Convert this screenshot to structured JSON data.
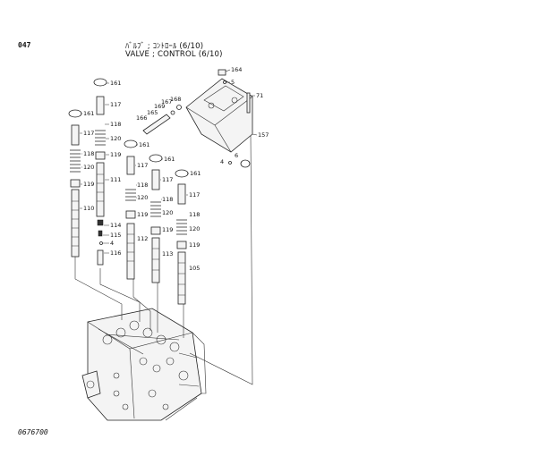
{
  "header": {
    "page_number": "047",
    "title_jp": "ﾊﾞﾙﾌﾞ ; ｺﾝﾄﾛｰﾙ (6/10)",
    "title_en": "VALVE ; CONTROL (6/10)"
  },
  "footer": {
    "drawing_code": "0676700"
  },
  "callouts": {
    "c161a": "161",
    "c117a": "117",
    "c118a": "118",
    "c120a": "120",
    "c119a": "119",
    "c111": "111",
    "c114": "114",
    "c115": "115",
    "c4a": "4",
    "c116": "116",
    "c161b": "161",
    "c117b": "117",
    "c118b": "118",
    "c120b": "120",
    "c119b": "119",
    "c110": "110",
    "c161c": "161",
    "c117c": "117",
    "c118c": "118",
    "c120c": "120",
    "c119c": "119",
    "c112": "112",
    "c161d": "161",
    "c117d": "117",
    "c118d": "118",
    "c120d": "120",
    "c119d": "119",
    "c113": "113",
    "c161e": "161",
    "c117e": "117",
    "c118e": "118",
    "c120e": "120",
    "c119e": "119",
    "c105": "105",
    "c164": "164",
    "c5": "5",
    "c71": "71",
    "c157": "157",
    "c4b": "4",
    "c6": "6",
    "c166": "166",
    "c165": "165",
    "c169": "169",
    "c167": "167",
    "c168": "168"
  }
}
